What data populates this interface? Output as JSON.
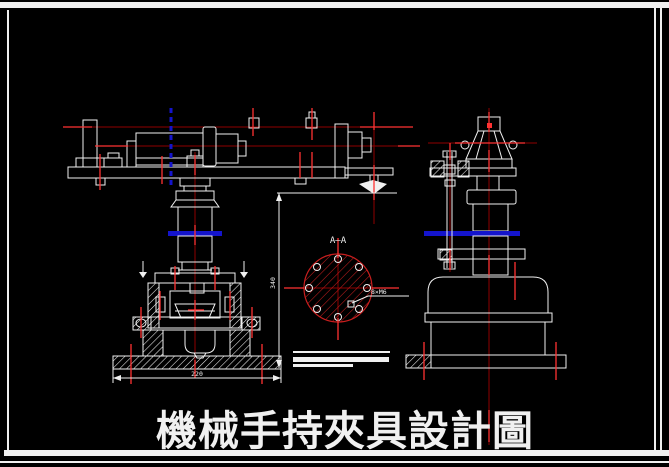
{
  "title": {
    "text": "機械手持夾具設計圖"
  },
  "labels": {
    "section_label": "A—A",
    "thread_callout": "8×M6"
  },
  "dimensions": {
    "base_width": "220",
    "height_dim": "340"
  },
  "colors": {
    "background": "#000000",
    "line_white": "#f0f0f0",
    "centerline_dark": "#8f0000",
    "centerline_bright": "#ff3232",
    "phantom_blue": "#1414cc",
    "section_red": "#c81e1e"
  }
}
